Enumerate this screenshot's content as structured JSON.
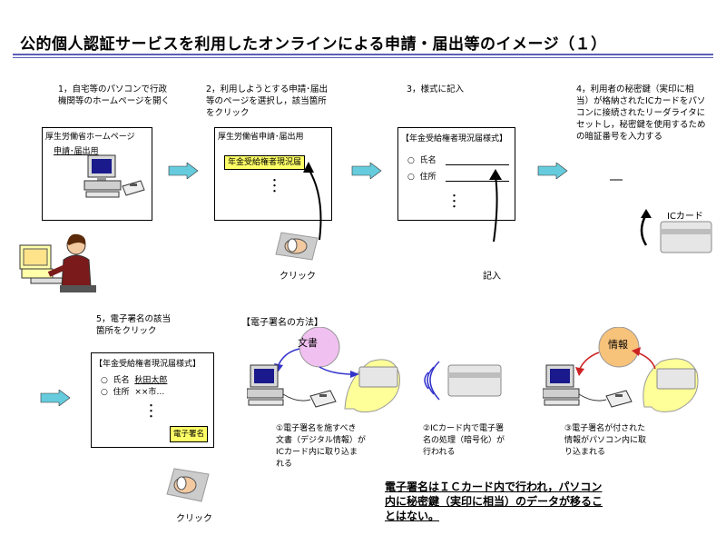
{
  "title": "公的個人認証サービスを利用したオンラインによる申請・届出等のイメージ（１）",
  "steps": {
    "s1": {
      "line1": "1，自宅等のパソコンで行政",
      "line2": "機関等のホームページを開く"
    },
    "s2": {
      "line1": "2，利用しようとする申請･届出",
      "line2": "等のページを選択し，該当箇所",
      "line3": "をクリック"
    },
    "s3": {
      "line1": "3，様式に記入"
    },
    "s4": {
      "line1": "4，利用者の秘密鍵（実印に相",
      "line2": "当）が格納されたICカードをパソ",
      "line3": "コンに接続されたリーダライタに",
      "line4": "セットし，秘密鍵を使用するため",
      "line5": "の暗証番号を入力する"
    },
    "s5": {
      "line1": "5，電子署名の該当",
      "line2": "箇所をクリック"
    }
  },
  "box1": {
    "heading": "厚生労働省ホームページ",
    "link": "申請･届出用"
  },
  "box2": {
    "heading": "厚生労働省申請･届出用",
    "item": "年金受給権者現況届"
  },
  "box3": {
    "heading": "【年金受給権者現況届様式】",
    "field_name": "氏名",
    "field_address": "住所",
    "bullet": "○"
  },
  "box5": {
    "heading": "【年金受給権者現況届様式】",
    "name_label": "氏名",
    "name_value": "秋田太郎",
    "address_label": "住所",
    "address_value": "××市…",
    "bullet": "○",
    "sign_button": "電子署名"
  },
  "labels": {
    "click1": "クリック",
    "write": "記入",
    "click2": "クリック",
    "ic_card": "ICカード",
    "pin_dash": "―",
    "ellipsis": "…"
  },
  "method": {
    "heading": "【電子署名の方法】",
    "bubble_document": "文書",
    "bubble_info": "情報",
    "d1": {
      "line1": "①電子署名を施すべき",
      "line2": "文書（デジタル情報）が",
      "line3": "ICカード内に取り込ま",
      "line4": "れる"
    },
    "d2": {
      "line1": "②ICカード内で電子署",
      "line2": "名の処理（暗号化）が",
      "line3": "行われる"
    },
    "d3": {
      "line1": "③電子署名が付された",
      "line2": "情報がパソコン内に取",
      "line3": "り込まれる"
    }
  },
  "note": {
    "line1": "電子署名はＩＣカード内で行われ，パソコン",
    "line2": "内に秘密鍵（実印に相当）のデータが移るこ",
    "line3": "とはない。"
  },
  "colors": {
    "rule": "#5b5fb8",
    "arrow": "#66ccdd",
    "bubble_yellow": "#ffff99",
    "bubble_pink": "#f0c0f0",
    "bubble_orange": "#f7c27a",
    "arrow_blue": "#3333cc",
    "arrow_red": "#cc2222"
  }
}
